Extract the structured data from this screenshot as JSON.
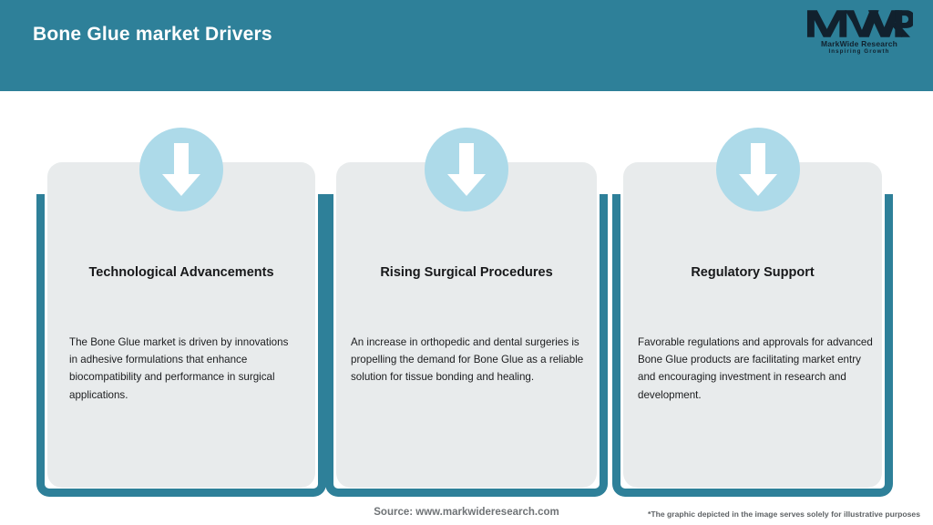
{
  "header": {
    "title": "Bone Glue market Drivers",
    "background_color": "#2e8099",
    "title_color": "#ffffff"
  },
  "logo": {
    "mark": "MWR",
    "name": "MarkWide Research",
    "tagline": "Inspiring Growth"
  },
  "theme": {
    "teal": "#2e8099",
    "card_bg": "#e8ebec",
    "circle_blue": "#addae9",
    "arrow_white": "#ffffff",
    "body_text": "#1b1c1e"
  },
  "cards": [
    {
      "icon": "arrow-down-icon",
      "title": "Technological Advancements",
      "body": "The Bone Glue market is driven by innovations in adhesive formulations that enhance biocompatibility and performance in surgical applications."
    },
    {
      "icon": "arrow-down-icon",
      "title": "Rising Surgical Procedures",
      "body": "An increase in orthopedic and dental surgeries is propelling the demand for Bone Glue as a reliable solution for tissue bonding and healing."
    },
    {
      "icon": "arrow-down-icon",
      "title": "Regulatory Support",
      "body": "Favorable regulations and approvals for advanced Bone Glue products are facilitating market entry and encouraging investment in research and development."
    }
  ],
  "footer": {
    "source": "Source: www.markwideresearch.com",
    "disclaimer": "*The graphic depicted in the image serves solely for illustrative purposes"
  }
}
